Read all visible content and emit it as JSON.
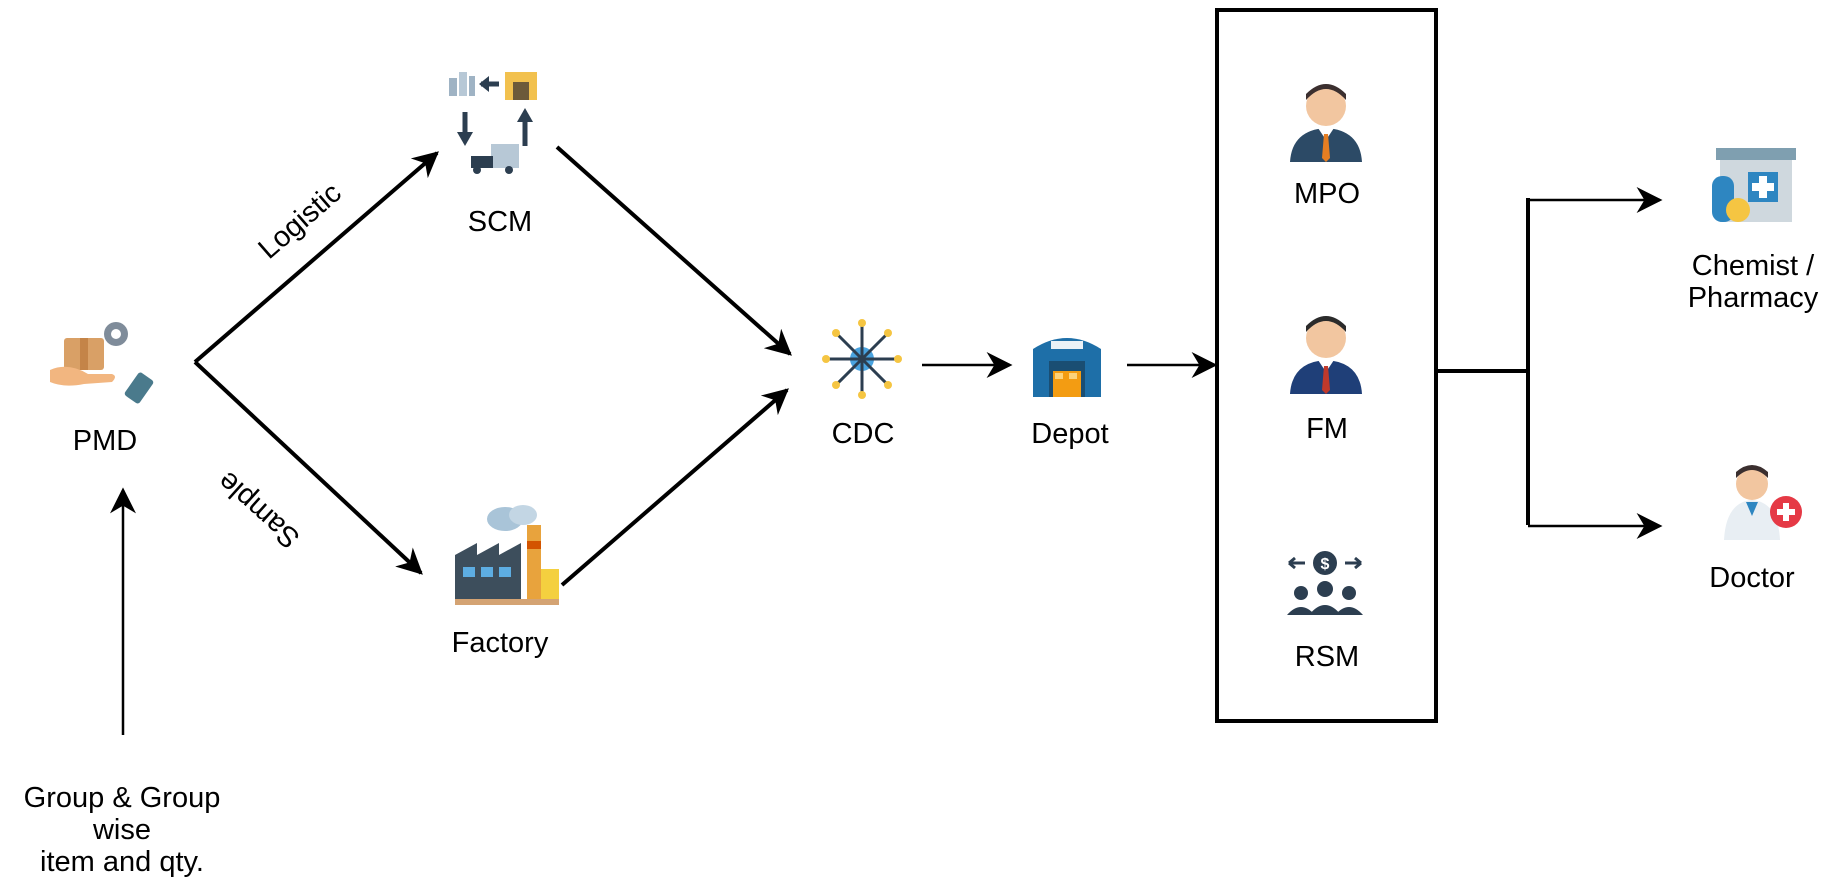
{
  "nodes": {
    "pmd": "PMD",
    "scm": "SCM",
    "factory": "Factory",
    "cdc": "CDC",
    "depot": "Depot",
    "mpo": "MPO",
    "fm": "FM",
    "rsm": "RSM",
    "chemist": "Chemist /\nPharmacy",
    "doctor": "Doctor",
    "input": "Group & Group\nwise\nitem and qty."
  },
  "edge_labels": {
    "logistic": "Logistic",
    "sample": "Sample"
  },
  "icons": {
    "pmd": "hand-package-gear-icon",
    "scm": "supply-chain-cycle-icon",
    "factory": "factory-icon",
    "cdc": "distribution-hub-icon",
    "depot": "warehouse-icon",
    "mpo": "businessman-icon",
    "fm": "manager-icon",
    "rsm": "sales-team-icon",
    "chemist": "pharmacy-icon",
    "doctor": "doctor-icon"
  },
  "colors": {
    "line": "#000000",
    "depot_blue": "#1e6fa8",
    "depot_orange": "#f39c12",
    "suit": "#2c4a66",
    "skin": "#f2c6a0",
    "cross_red": "#e53945"
  }
}
